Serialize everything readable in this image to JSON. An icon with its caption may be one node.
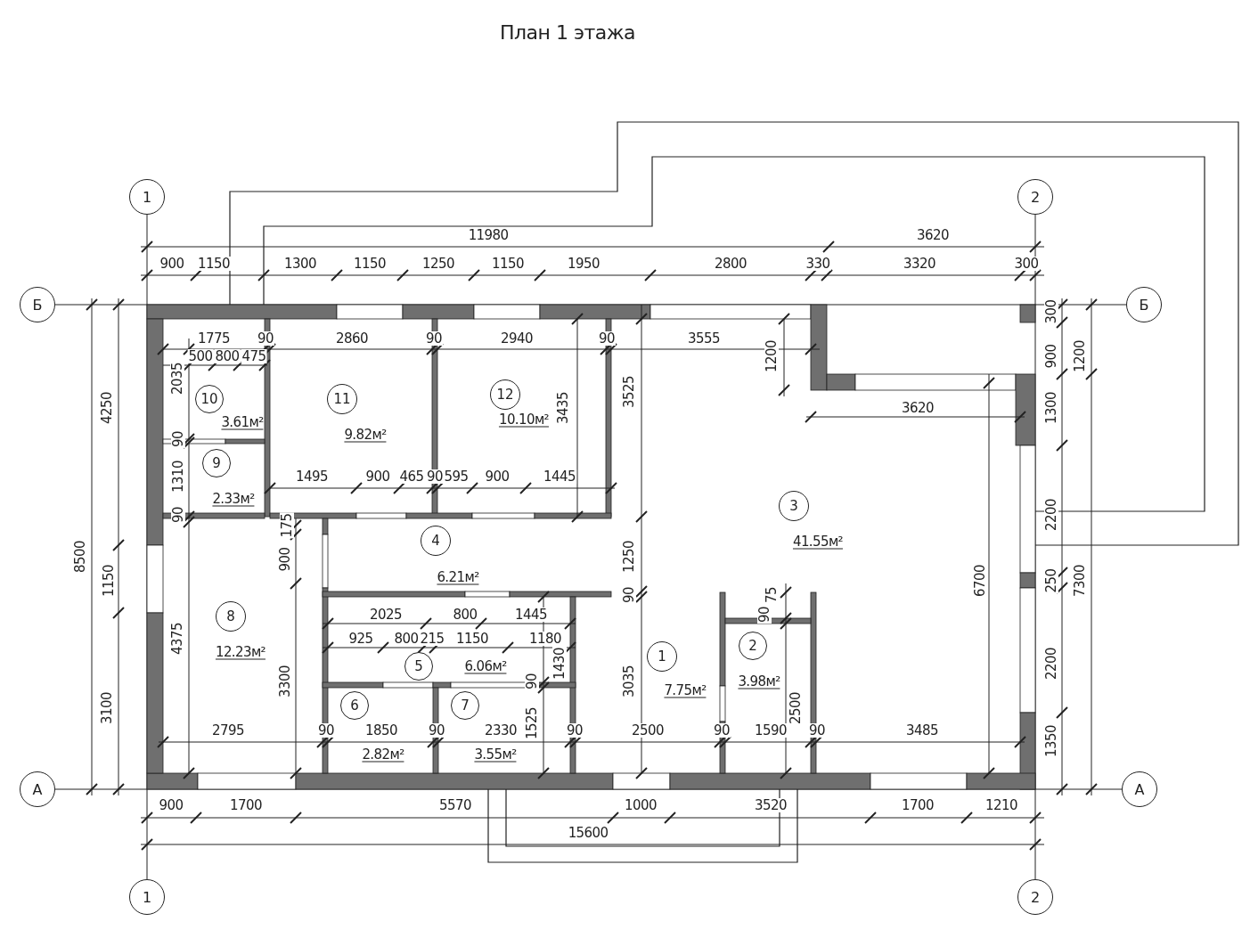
{
  "diagram": {
    "title": "План 1 этажа",
    "nodes": [
      {
        "text": [
          "1"
        ]
      },
      {
        "text": [
          "2"
        ]
      },
      {
        "text": [
          "Б"
        ]
      },
      {
        "text": [
          "Б"
        ]
      },
      {
        "text": [
          "10"
        ],
        "beside": [
          "3.61м²"
        ]
      },
      {
        "text": [
          "11"
        ],
        "beside": [
          "9.82м²"
        ]
      },
      {
        "text": [
          "12"
        ],
        "beside": [
          "10.10м²"
        ]
      },
      {
        "text": [
          "9"
        ],
        "beside": [
          "2.33м²"
        ]
      },
      {
        "text": [
          "3"
        ],
        "beside": [
          "41.55м²"
        ]
      },
      {
        "text": [
          "4"
        ],
        "beside": [
          "6.21м²"
        ]
      },
      {
        "text": [
          "8"
        ],
        "beside": [
          "12.23м²"
        ]
      },
      {
        "text": [
          "5"
        ],
        "beside": [
          "6.06м²"
        ]
      },
      {
        "text": [
          "1"
        ],
        "beside": [
          "7.75м²"
        ]
      },
      {
        "text": [
          "2"
        ],
        "beside": [
          "3.98м²"
        ]
      },
      {
        "text": [
          "6"
        ],
        "beside": [
          "2.82м²"
        ]
      },
      {
        "text": [
          "7"
        ],
        "beside": [
          "3.55м²"
        ]
      },
      {
        "text": [
          "А"
        ]
      },
      {
        "text": [
          "А"
        ]
      },
      {
        "text": [
          "1"
        ]
      },
      {
        "text": [
          "2"
        ]
      }
    ],
    "labels": [
      "11980",
      "3620",
      "900",
      "1150",
      "1300",
      "1150",
      "1250",
      "1150",
      "1950",
      "2800",
      "330",
      "3320",
      "300",
      "300",
      "1775",
      "90",
      "2860",
      "90",
      "2940",
      "90",
      "3555",
      "500",
      "800",
      "475",
      "1200",
      "900",
      "1200",
      "2035",
      "3525",
      "4250",
      "3435",
      "3620",
      "1300",
      "90",
      "1310",
      "1495",
      "900",
      "465",
      "90",
      "595",
      "900",
      "1445",
      "90",
      "175",
      "2200",
      "8500",
      "900",
      "1250",
      "1150",
      "6700",
      "250",
      "7300",
      "90",
      "75",
      "2025",
      "800",
      "1445",
      "90",
      "4375",
      "925",
      "800",
      "215",
      "1150",
      "1180",
      "1430",
      "2200",
      "3300",
      "90",
      "3035",
      "3100",
      "2500",
      "2795",
      "90",
      "1850",
      "90",
      "2330",
      "1525",
      "90",
      "2500",
      "90",
      "1590",
      "90",
      "3485",
      "1350",
      "900",
      "1700",
      "5570",
      "1000",
      "3520",
      "1700",
      "1210",
      "15600"
    ]
  }
}
